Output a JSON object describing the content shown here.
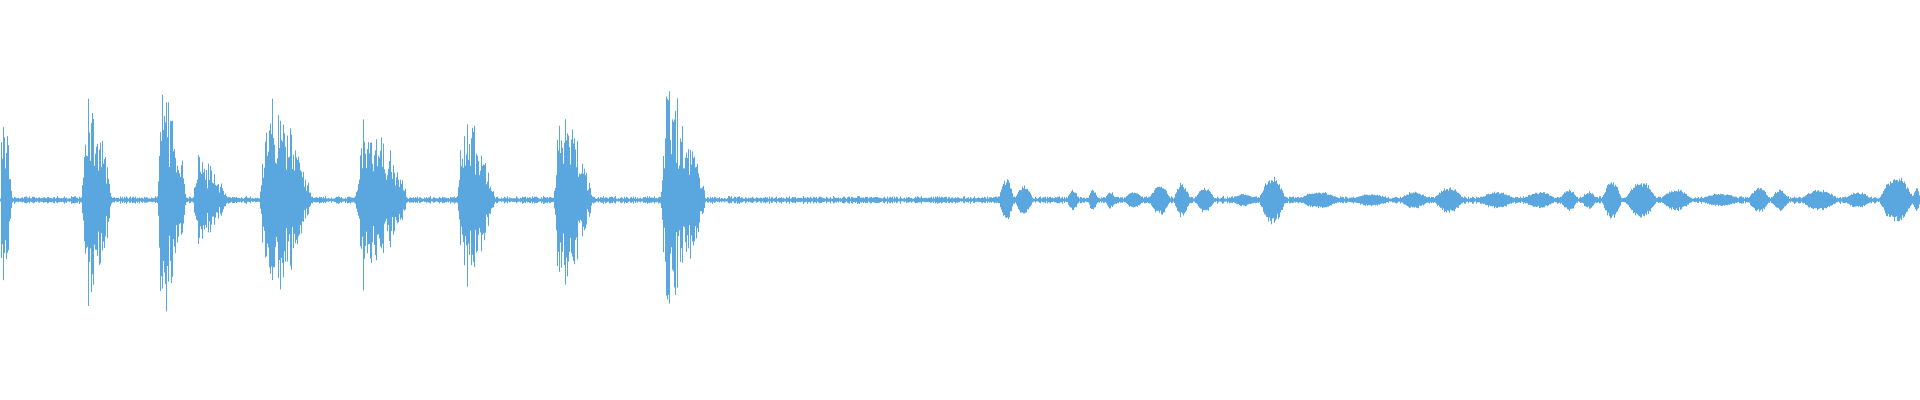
{
  "waveform": {
    "color": "#5aa7e0",
    "background": "#ffffff",
    "baseline_level": 0.015,
    "segments": [
      {
        "start": 0.0,
        "end": 0.006,
        "amp": 0.5,
        "kind": "speech"
      },
      {
        "start": 0.042,
        "end": 0.058,
        "amp": 0.63,
        "kind": "speech"
      },
      {
        "start": 0.082,
        "end": 0.097,
        "amp": 0.66,
        "kind": "speech"
      },
      {
        "start": 0.1,
        "end": 0.12,
        "amp": 0.22,
        "kind": "speech"
      },
      {
        "start": 0.135,
        "end": 0.162,
        "amp": 0.56,
        "kind": "speech"
      },
      {
        "start": 0.185,
        "end": 0.212,
        "amp": 0.45,
        "kind": "speech"
      },
      {
        "start": 0.238,
        "end": 0.258,
        "amp": 0.5,
        "kind": "speech"
      },
      {
        "start": 0.288,
        "end": 0.309,
        "amp": 0.48,
        "kind": "speech"
      },
      {
        "start": 0.344,
        "end": 0.367,
        "amp": 0.57,
        "kind": "speech"
      },
      {
        "start": 0.52,
        "end": 0.528,
        "amp": 0.1,
        "kind": "tone"
      },
      {
        "start": 0.528,
        "end": 0.538,
        "amp": 0.07,
        "kind": "tone"
      },
      {
        "start": 0.555,
        "end": 0.562,
        "amp": 0.05,
        "kind": "tone"
      },
      {
        "start": 0.566,
        "end": 0.572,
        "amp": 0.05,
        "kind": "tone"
      },
      {
        "start": 0.575,
        "end": 0.581,
        "amp": 0.04,
        "kind": "tone"
      },
      {
        "start": 0.585,
        "end": 0.596,
        "amp": 0.04,
        "kind": "tone"
      },
      {
        "start": 0.598,
        "end": 0.61,
        "amp": 0.07,
        "kind": "tone"
      },
      {
        "start": 0.611,
        "end": 0.62,
        "amp": 0.08,
        "kind": "tone"
      },
      {
        "start": 0.622,
        "end": 0.633,
        "amp": 0.06,
        "kind": "tone"
      },
      {
        "start": 0.64,
        "end": 0.655,
        "amp": 0.03,
        "kind": "tone"
      },
      {
        "start": 0.655,
        "end": 0.67,
        "amp": 0.11,
        "kind": "tone"
      },
      {
        "start": 0.675,
        "end": 0.699,
        "amp": 0.04,
        "kind": "tone"
      },
      {
        "start": 0.703,
        "end": 0.725,
        "amp": 0.03,
        "kind": "tone"
      },
      {
        "start": 0.728,
        "end": 0.745,
        "amp": 0.04,
        "kind": "tone"
      },
      {
        "start": 0.746,
        "end": 0.763,
        "amp": 0.06,
        "kind": "tone"
      },
      {
        "start": 0.769,
        "end": 0.79,
        "amp": 0.04,
        "kind": "tone"
      },
      {
        "start": 0.792,
        "end": 0.811,
        "amp": 0.04,
        "kind": "tone"
      },
      {
        "start": 0.812,
        "end": 0.822,
        "amp": 0.05,
        "kind": "tone"
      },
      {
        "start": 0.823,
        "end": 0.832,
        "amp": 0.04,
        "kind": "tone"
      },
      {
        "start": 0.834,
        "end": 0.845,
        "amp": 0.09,
        "kind": "tone"
      },
      {
        "start": 0.846,
        "end": 0.863,
        "amp": 0.09,
        "kind": "tone"
      },
      {
        "start": 0.864,
        "end": 0.882,
        "amp": 0.05,
        "kind": "tone"
      },
      {
        "start": 0.884,
        "end": 0.908,
        "amp": 0.03,
        "kind": "tone"
      },
      {
        "start": 0.91,
        "end": 0.922,
        "amp": 0.06,
        "kind": "tone"
      },
      {
        "start": 0.922,
        "end": 0.932,
        "amp": 0.05,
        "kind": "tone"
      },
      {
        "start": 0.937,
        "end": 0.958,
        "amp": 0.05,
        "kind": "tone"
      },
      {
        "start": 0.96,
        "end": 0.975,
        "amp": 0.04,
        "kind": "tone"
      },
      {
        "start": 0.978,
        "end": 0.997,
        "amp": 0.11,
        "kind": "tone"
      },
      {
        "start": 0.996,
        "end": 1.0,
        "amp": 0.06,
        "kind": "tone"
      }
    ]
  }
}
